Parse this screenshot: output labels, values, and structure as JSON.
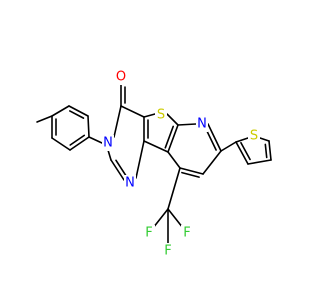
{
  "colors": {
    "bond": "#000000",
    "heteroatom_n": "#0000ff",
    "heteroatom_o": "#ff0000",
    "heteroatom_s": "#cccc00",
    "heteroatom_f": "#33cc33",
    "background": "#ffffff"
  },
  "atom_labels": {
    "o": "O",
    "n_amide": "N",
    "n_imine": "N",
    "n_pyridine": "N",
    "s_core": "S",
    "s_thiophene": "S",
    "f_1": "F",
    "f_2": "F",
    "f_3": "F"
  }
}
